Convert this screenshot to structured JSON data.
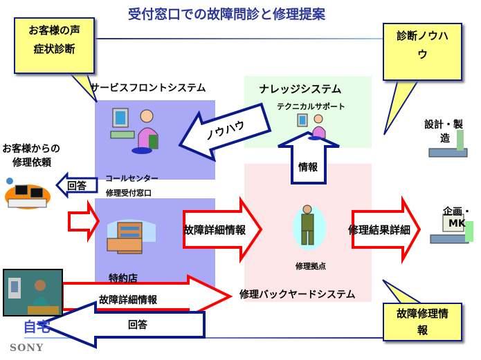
{
  "title": "受付窓口での故障問診と修理提案",
  "callouts": {
    "customer_voice": [
      "お客様の声",
      "症状診断"
    ],
    "diagnosis_knowhow": [
      "診断ノウハ",
      "ウ"
    ],
    "repair_info": [
      "故障修理情",
      "報"
    ]
  },
  "service_front": {
    "title": "サービスフロントシステム",
    "call_center": "コールセンター",
    "repair_desk": "修理受付窓口",
    "dealer": "特約店"
  },
  "knowledge": {
    "title": "ナレッジシステム",
    "tech_support": "テクニカルサポート"
  },
  "backyard": {
    "title": "修理バックヤードシステム",
    "repair_base": "修理拠点"
  },
  "customer": {
    "request": [
      "お客様からの",
      "修理依頼"
    ],
    "home": "自宅"
  },
  "arrows": {
    "knowhow": "ノウハウ",
    "info": "情報",
    "answer_small": "回答",
    "fault_detail": "故障詳細情報",
    "repair_result": "修理結果詳細",
    "home_fault_detail": "故障詳細情報",
    "home_answer": "回答"
  },
  "right": {
    "design": [
      "設計・製",
      "造"
    ],
    "planning": [
      "企画・",
      "MK"
    ]
  },
  "logo": "SONY",
  "colors": {
    "title": "#2b3799",
    "callout": "#ffff88",
    "red_arrow": "#ff0000",
    "blue_arrow": "#0b1a8a",
    "front_bg": "#a9a9f5",
    "knowledge_bg": "#e6fce6",
    "backyard_bg": "#fde6e8"
  }
}
